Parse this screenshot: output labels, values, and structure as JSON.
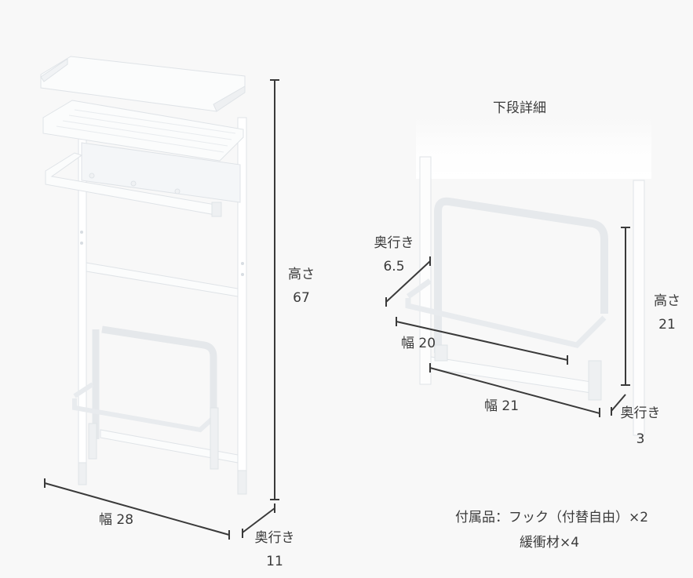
{
  "colors": {
    "background": "#f8f8f8",
    "rack": "#ffffff",
    "rack_shade": "#e6e9ec",
    "dimension_line": "#3a3a3a",
    "text": "#3a3a3a"
  },
  "main_figure": {
    "height": {
      "label": "高さ",
      "value": "67"
    },
    "width": {
      "label": "幅 28"
    },
    "depth": {
      "label": "奥行き",
      "value": "11"
    }
  },
  "detail_figure": {
    "title": "下段詳細",
    "depth_top": {
      "label": "奥行き",
      "value": "6.5"
    },
    "width_inner": {
      "label": "幅 20"
    },
    "width_outer": {
      "label": "幅 21"
    },
    "height": {
      "label": "高さ",
      "value": "21"
    },
    "depth_bottom": {
      "label": "奥行き",
      "value": "3"
    }
  },
  "accessories": {
    "line1": "付属品：フック（付替自由）×2",
    "line2": "緩衝材×4"
  }
}
